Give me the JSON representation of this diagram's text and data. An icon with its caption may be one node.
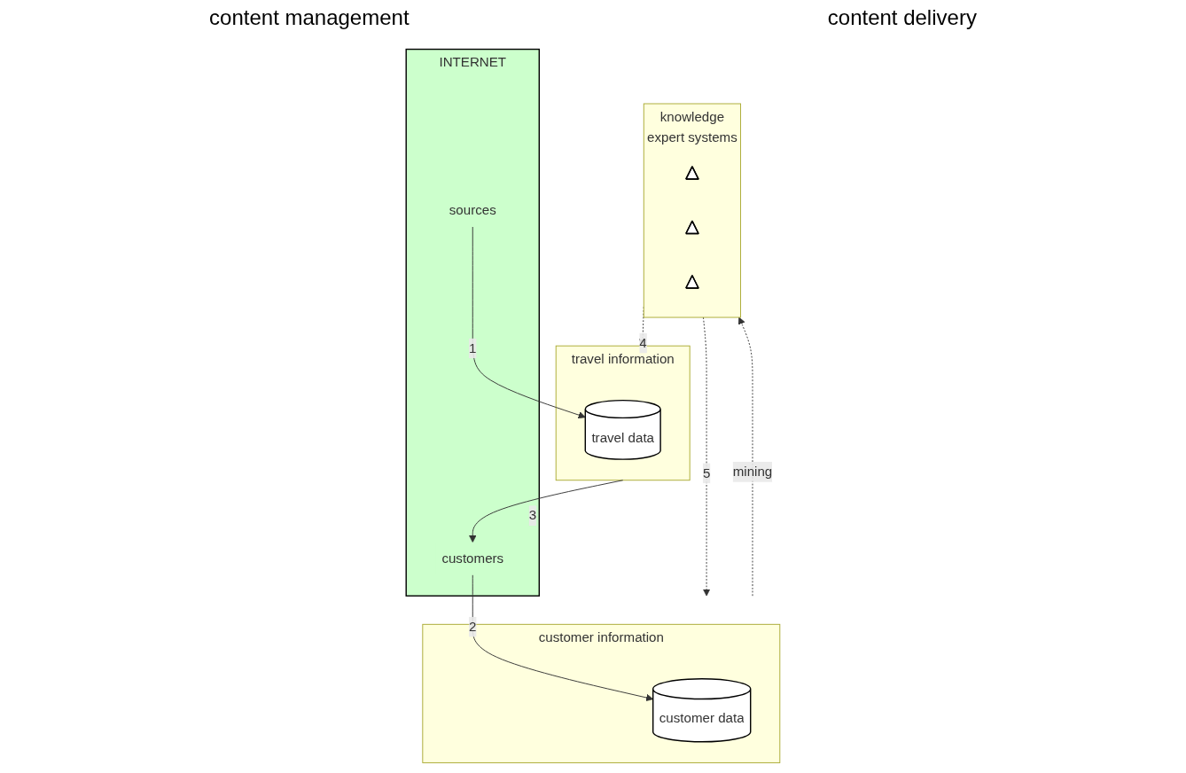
{
  "diagram": {
    "nodes": [
      {
        "text": [
          "travel information"
        ]
      },
      {
        "text": [
          "travel data"
        ],
        "in": 0
      },
      {
        "text": [
          "knowledge",
          "expert systems"
        ]
      },
      {
        "text": [],
        "shape": "triangle",
        "in": 2
      },
      {
        "text": [],
        "shape": "triangle",
        "in": 2
      },
      {
        "text": [],
        "shape": "triangle",
        "in": 2
      },
      {
        "text": [
          "customer information"
        ]
      },
      {
        "text": [
          "customer data"
        ],
        "in": 6
      },
      {
        "text": [
          "INTERNET"
        ]
      },
      {
        "text": [
          "sources"
        ],
        "in": 8
      },
      {
        "text": [
          "customers"
        ],
        "in": 8
      }
    ],
    "edges": [
      {
        "from": 6,
        "to": 2,
        "arrow": "to",
        "label": "mining",
        "style": "dashed"
      },
      {
        "from": 2,
        "to": 0,
        "arrow": "to",
        "label": "4",
        "style": "dashed"
      },
      {
        "from": 2,
        "to": 6,
        "arrow": "to",
        "label": "5",
        "style": "dashed"
      },
      {
        "from": 9,
        "to": 1,
        "arrow": "to",
        "label": "1"
      },
      {
        "from": 10,
        "to": 7,
        "arrow": "to",
        "label": "2"
      },
      {
        "from": 0,
        "to": 10,
        "arrow": "to",
        "label": "3"
      }
    ],
    "labels": [
      "content management",
      "content delivery"
    ]
  }
}
